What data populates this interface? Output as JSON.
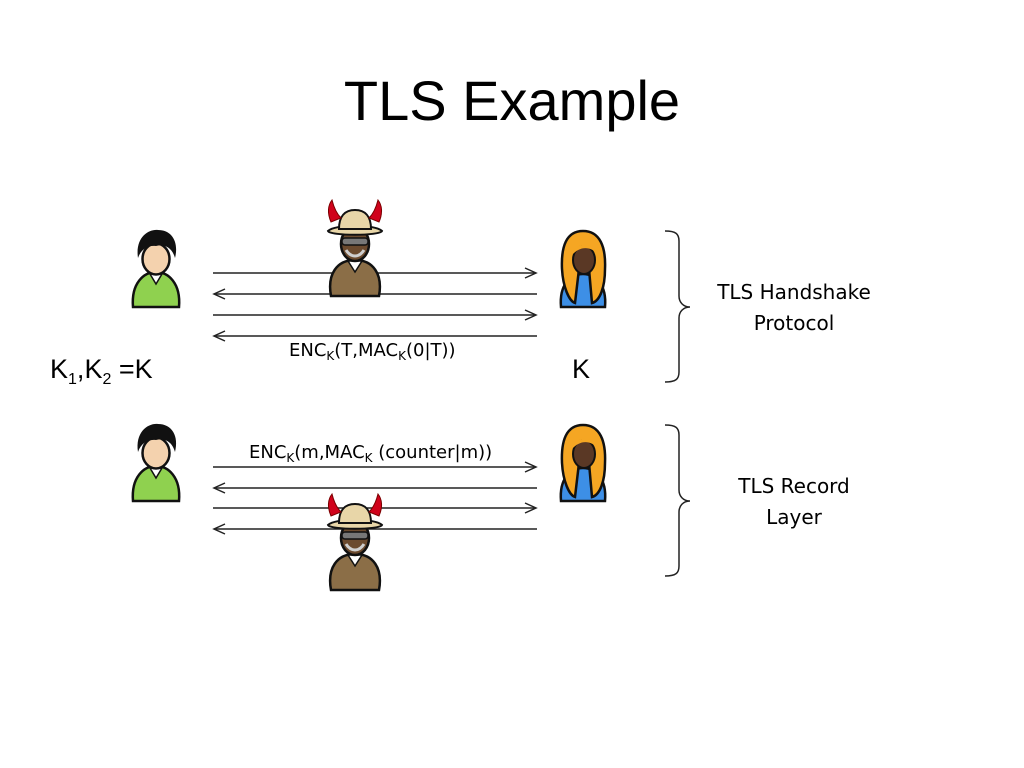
{
  "title": "TLS Example",
  "handshake": {
    "message": {
      "enc": "ENC",
      "k1": "K",
      "mid": "(T,MAC",
      "k2": "K",
      "end": "(0|T))"
    },
    "alice_keys": {
      "k1": "K",
      "s1": "1",
      "comma": ",",
      "k2": "K",
      "s2": "2",
      "eq": " =K"
    },
    "bob_key": "K",
    "side_label": [
      "TLS Handshake",
      "Protocol"
    ]
  },
  "record": {
    "message": {
      "enc": "ENC",
      "k1": "K",
      "mid": "(m,MAC",
      "k2": "K",
      "end": " (counter|m))"
    },
    "side_label": [
      "TLS Record",
      "Layer"
    ]
  },
  "icons": {
    "alice": "person-dark-hair-green-shirt",
    "bob": "person-orange-hair-blue-shirt",
    "adversary": "devil-horned-hat-adversary"
  },
  "colors": {
    "green_shirt": "#8fd14f",
    "blue_shirt": "#3d8fe6",
    "orange_hair": "#f5a623",
    "devil_horn": "#d0021b",
    "adversary_body": "#8b6e47",
    "hat": "#e8d6a8"
  }
}
